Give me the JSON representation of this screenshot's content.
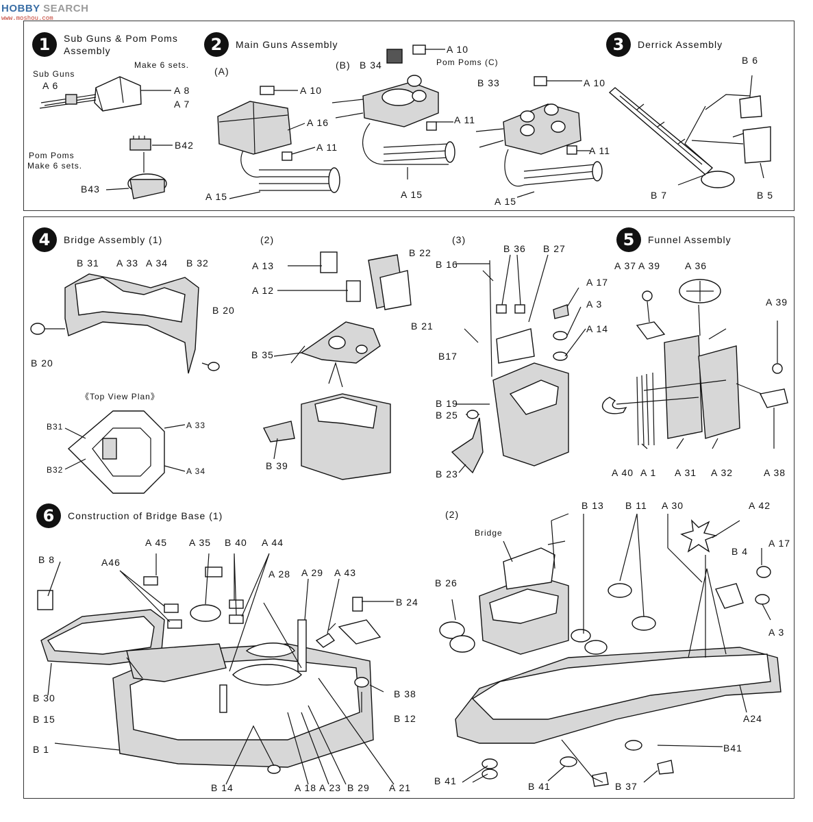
{
  "watermark": {
    "brand": "HOBBY",
    "brand2": "SEARCH",
    "url": "www.moshou.com"
  },
  "steps": [
    {
      "num": "1",
      "title": "Sub Guns & Pom Poms Assembly"
    },
    {
      "num": "2",
      "title": "Main Guns Assembly"
    },
    {
      "num": "3",
      "title": "Derrick Assembly"
    },
    {
      "num": "4",
      "title": "Bridge Assembly (1)"
    },
    {
      "num": "5",
      "title": "Funnel Assembly"
    },
    {
      "num": "6",
      "title": "Construction of Bridge Base (1)"
    }
  ],
  "labels": {
    "s1": {
      "sub_guns": "Sub Guns",
      "a6": "A 6",
      "make6a": "Make 6 sets.",
      "a8": "A 8",
      "a7": "A 7",
      "pom_poms": "Pom Poms",
      "make6b": "Make 6 sets.",
      "b42": "B42",
      "b43": "B43"
    },
    "s2": {
      "a": "(A)",
      "b": "(B)",
      "b34": "B 34",
      "c": "Pom Poms (C)",
      "a10a": "A 10",
      "a10b": "A 10",
      "a10c": "A 10",
      "a16": "A 16",
      "a11a": "A 11",
      "a11b": "A 11",
      "a11c": "A 11",
      "a15a": "A 15",
      "a15b": "A 15",
      "a15c": "A 15",
      "b33": "B 33"
    },
    "s3": {
      "b6": "B 6",
      "b7": "B 7",
      "b5": "B 5"
    },
    "s4": {
      "b31": "B 31",
      "a33": "A 33",
      "a34": "A 34",
      "b32": "B 32",
      "b20a": "B 20",
      "b20b": "B 20",
      "top_view": "《Top View Plan》",
      "p_b31": "B31",
      "p_a33": "A 33",
      "p_b32": "B32",
      "p_a34": "A 34",
      "two": "(2)",
      "a13": "A 13",
      "a12": "A 12",
      "b22": "B 22",
      "b21": "B 21",
      "b35": "B 35",
      "b39": "B 39",
      "three": "(3)",
      "b16": "B 16",
      "b36": "B 36",
      "b27": "B 27",
      "a17": "A 17",
      "a3": "A 3",
      "a14": "A 14",
      "b17": "B17",
      "b19": "B 19",
      "b25": "B 25",
      "b23": "B 23"
    },
    "s5": {
      "a37": "A 37",
      "a39a": "A 39",
      "a36": "A 36",
      "a39b": "A 39",
      "a40": "A 40",
      "a1": "A 1",
      "a31": "A 31",
      "a32": "A 32",
      "a38": "A 38"
    },
    "s6": {
      "b8": "B 8",
      "a46": "A46",
      "a45": "A 45",
      "a35": "A 35",
      "b40": "B 40",
      "a44": "A 44",
      "a28": "A 28",
      "a29": "A 29",
      "a43": "A 43",
      "b24": "B 24",
      "b30": "B 30",
      "b15": "B 15",
      "b38": "B 38",
      "b12": "B 12",
      "b1": "B 1",
      "b14": "B 14",
      "a18": "A 18",
      "a23": "A 23",
      "b29": "B 29",
      "a21": "A 21",
      "two": "(2)",
      "bridge": "Bridge",
      "b26": "B 26",
      "b13": "B 13",
      "b11": "B 11",
      "a30": "A 30",
      "a42": "A 42",
      "b4": "B 4",
      "a17": "A 17",
      "a3": "A 3",
      "a24": "A24",
      "b41a": "B 41",
      "b41b": "B 41",
      "b41c": "B41",
      "b37": "B 37"
    }
  }
}
